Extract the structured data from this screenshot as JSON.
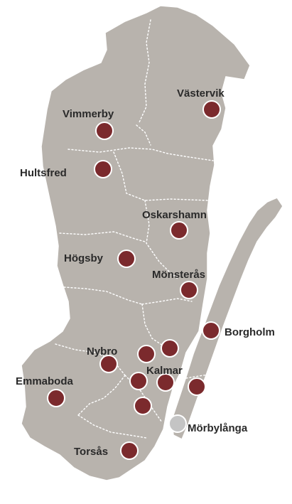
{
  "colors": {
    "land": "#b8b3ad",
    "marker": "#7b2a2d",
    "marker_inactive": "#c4c4c4",
    "border": "#ffffff",
    "label": "#2a2a2a"
  },
  "municipalities": [
    {
      "id": "vastervik",
      "name": "Västervik"
    },
    {
      "id": "vimmerby",
      "name": "Vimmerby"
    },
    {
      "id": "hultsfred",
      "name": "Hultsfred"
    },
    {
      "id": "oskarshamn",
      "name": "Oskarshamn"
    },
    {
      "id": "hogsby",
      "name": "Högsby"
    },
    {
      "id": "monsteras",
      "name": "Mönsterås"
    },
    {
      "id": "borgholm",
      "name": "Borgholm"
    },
    {
      "id": "nybro",
      "name": "Nybro"
    },
    {
      "id": "kalmar",
      "name": "Kalmar"
    },
    {
      "id": "emmaboda",
      "name": "Emmaboda"
    },
    {
      "id": "morbylanga",
      "name": "Mörbylånga"
    },
    {
      "id": "torsas",
      "name": "Torsås"
    }
  ]
}
